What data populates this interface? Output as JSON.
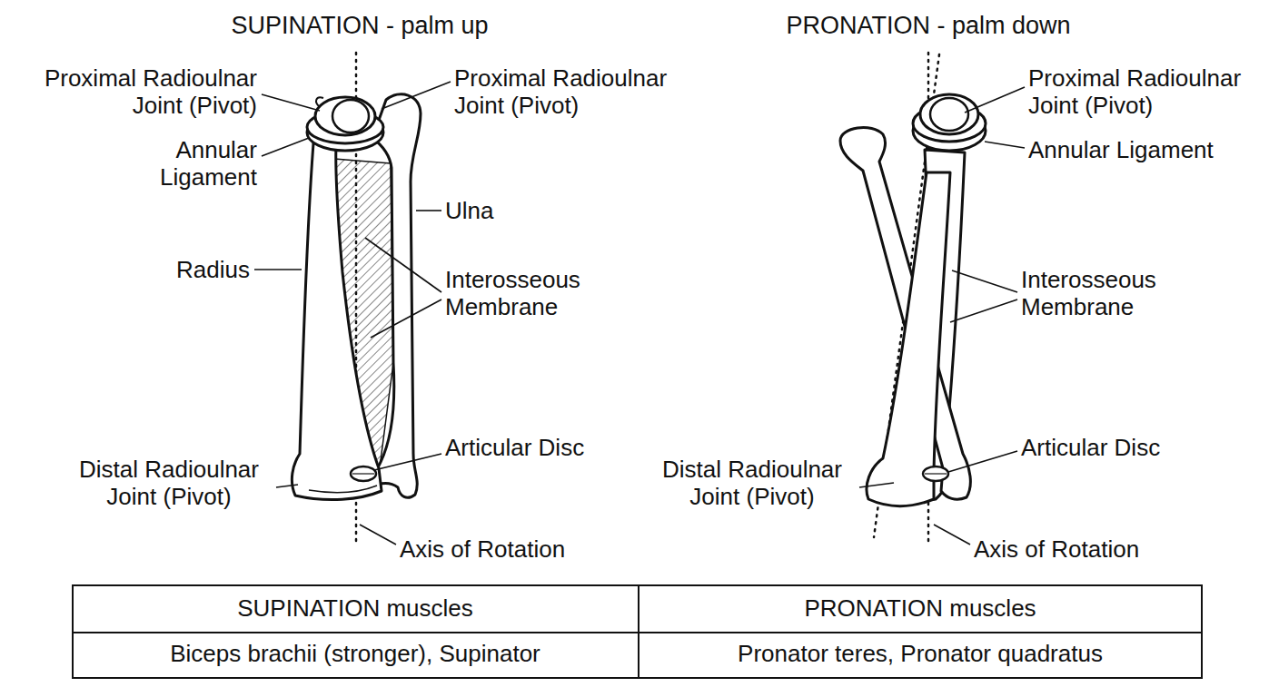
{
  "diagram": {
    "labels": [
      "SUPINATION - palm up",
      "PRONATION - palm down",
      "Proximal Radioulnar Joint (Pivot)",
      "Proximal Radioulnar Joint (Pivot)",
      "Proximal Radioulnar Joint (Pivot)",
      "Annular Ligament",
      "Annular Ligament",
      "Ulna",
      "Radius",
      "Interosseous Membrane",
      "Interosseous Membrane",
      "Articular Disc",
      "Articular Disc",
      "Distal Radioulnar Joint (Pivot)",
      "Distal Radioulnar Joint (Pivot)",
      "Axis of Rotation",
      "Axis of Rotation",
      "SUPINATION muscles",
      "PRONATION muscles",
      "Biceps brachii (stronger), Supinator",
      "Pronator teres, Pronator quadratus"
    ]
  }
}
